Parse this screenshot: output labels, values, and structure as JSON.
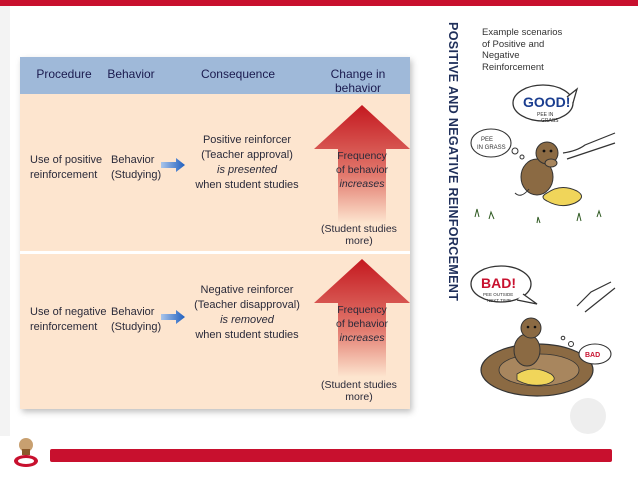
{
  "accent": "#c8102e",
  "table": {
    "headers": [
      "Procedure",
      "Behavior",
      "Consequence",
      "Change in behavior"
    ],
    "rows": [
      {
        "procedure": [
          "Use of positive",
          "reinforcement"
        ],
        "behavior": [
          "Behavior",
          "(Studying)"
        ],
        "consequence": [
          "Positive reinforcer",
          "(Teacher approval)",
          "is presented",
          "when student studies"
        ],
        "change": [
          "Frequency",
          "of behavior",
          "increases"
        ],
        "note": "(Student studies more)"
      },
      {
        "procedure": [
          "Use of negative",
          "reinforcement"
        ],
        "behavior": [
          "Behavior",
          "(Studying)"
        ],
        "consequence": [
          "Negative reinforcer",
          "(Teacher disapproval)",
          "is removed",
          "when student studies"
        ],
        "change": [
          "Frequency",
          "of behavior",
          "increases"
        ],
        "note": "(Student studies more)"
      }
    ]
  },
  "vertical_title": "POSITIVE AND NEGATIVE REINFORCEMENT",
  "caption": [
    "Example scenarios",
    "of Positive and",
    "Negative",
    "Reinforcement"
  ],
  "cartoon_top": {
    "bubble": "GOOD!",
    "bubble_sub": [
      "PEE IN",
      "GRASS"
    ],
    "thought": [
      "PEE",
      "IN GRASS"
    ]
  },
  "cartoon_bottom": {
    "bubble": "BAD!",
    "bubble_sub": [
      "PEE OUTSIDE",
      "NEXT TIME"
    ],
    "thought": "BAD"
  }
}
